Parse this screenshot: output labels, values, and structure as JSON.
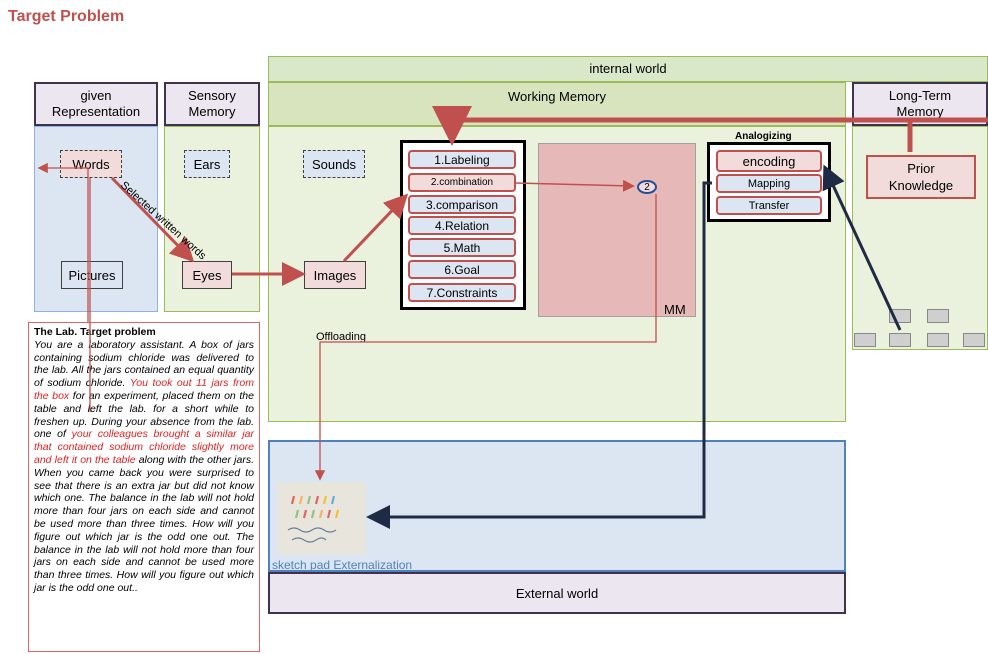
{
  "title": "Target Problem",
  "internal_world": "internal world",
  "headers": {
    "given": "given\nRepresentation",
    "sensory": "Sensory\nMemory",
    "working": "Working Memory",
    "longterm": "Long-Term\nMemory"
  },
  "nodes": {
    "words": "Words",
    "pictures": "Pictures",
    "ears": "Ears",
    "eyes": "Eyes",
    "sounds": "Sounds",
    "images": "Images",
    "prior": "Prior\nKnowledge",
    "mm": "MM",
    "circle": "2"
  },
  "edge_label_selected": "Selected written words",
  "steps": [
    "1.Labeling",
    "2.combination",
    "3.comparison",
    "4.Relation",
    "5.Math",
    "6.Goal",
    "7.Constraints"
  ],
  "analogizing": {
    "title": "Analogizing",
    "items": [
      "encoding",
      "Mapping",
      "Transfer"
    ]
  },
  "offloading": "Offloading",
  "sketch_label": "sketch pad Externalization",
  "external_world": "External world",
  "problem": {
    "heading": "The Lab. Target problem",
    "p1": "You are a laboratory assistant. A box of jars containing sodium chloride was delivered to the lab. All the jars contained an equal quantity of sodium chloride. ",
    "p2_red": "You took out 11 jars from the box",
    "p3": " for an experiment, placed them on the table and left the lab. for a short while to freshen up. During your absence from the lab. one of ",
    "p4_red": "your colleagues brought a similar jar that contained sodium chloride slightly more and left it on the table",
    "p5": " along with the other jars. When you came back you were surprised to see that there is an extra jar but did not know which one. The balance in the lab will not hold more than four jars on each side and cannot be used more than three times. How will you figure out which jar is the odd one out. The balance in the lab will not hold more than four jars on each side and cannot be used more than three times.  How will you figure out which jar is the odd one out.."
  },
  "colors": {
    "title": "#c0504d",
    "arrow_red": "#c0504d",
    "arrow_dark": "#1f2a44"
  }
}
